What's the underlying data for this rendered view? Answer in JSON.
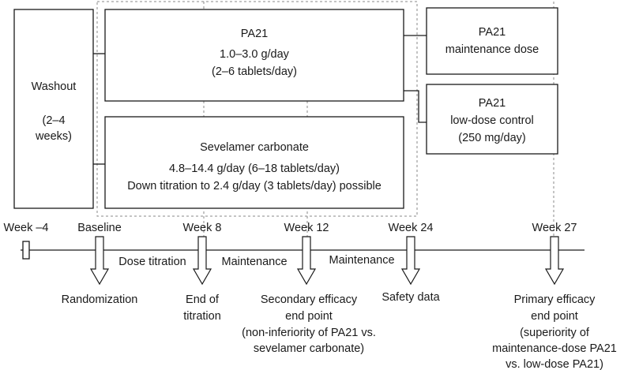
{
  "boxes": {
    "washout": {
      "lines": [
        "Washout",
        "",
        "(2–4",
        "weeks)"
      ]
    },
    "pa21": {
      "lines": [
        "PA21",
        "1.0–3.0 g/day",
        "(2–6 tablets/day)"
      ]
    },
    "sevelamer": {
      "lines": [
        "Sevelamer carbonate",
        "4.8–14.4 g/day (6–18 tablets/day)",
        "Down titration to 2.4 g/day (3 tablets/day) possible"
      ]
    },
    "maintenance_dose": {
      "lines": [
        "PA21",
        "maintenance dose"
      ]
    },
    "low_dose_control": {
      "lines": [
        "PA21",
        "low-dose control",
        "(250 mg/day)"
      ]
    }
  },
  "timeline": {
    "weeks": [
      "Week –4",
      "Baseline",
      "Week 8",
      "Week 12",
      "Week 24",
      "Week 27"
    ],
    "phases": [
      "Dose titration",
      "Maintenance",
      "Maintenance"
    ],
    "events": [
      {
        "lines": [
          "Randomization"
        ]
      },
      {
        "lines": [
          "End of",
          "titration"
        ]
      },
      {
        "lines": [
          "Secondary efficacy",
          "end point",
          "(non-inferiority of PA21 vs.",
          "sevelamer carbonate)"
        ]
      },
      {
        "lines": [
          "Safety data"
        ]
      },
      {
        "lines": [
          "Primary efficacy",
          "end point",
          "(superiority of",
          "maintenance-dose PA21",
          "vs. low-dose PA21)"
        ]
      }
    ]
  }
}
